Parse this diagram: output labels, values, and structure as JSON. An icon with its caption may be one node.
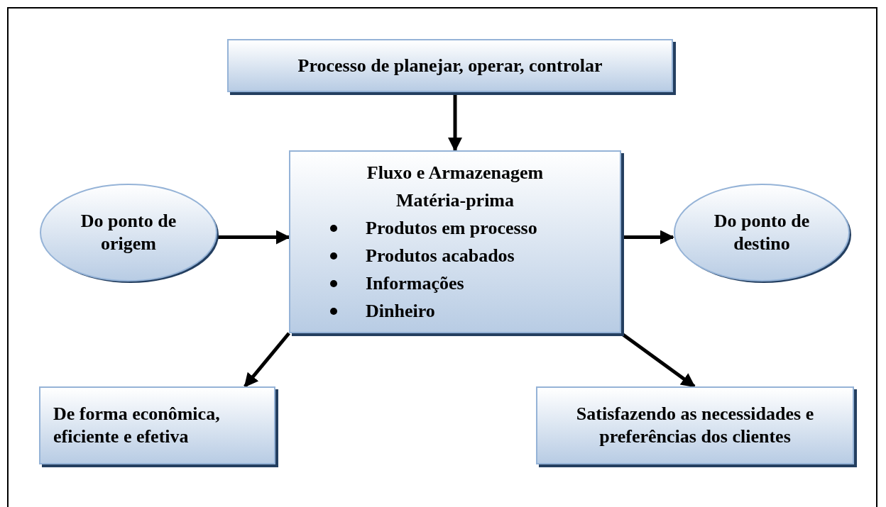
{
  "diagram": {
    "nodes": [
      {
        "text": [
          "Processo de planejar, operar, controlar"
        ]
      },
      {
        "text": [
          "Fluxo e Armazenagem",
          "Matéria-prima",
          "Produtos em processo",
          "Produtos acabados",
          "Informações",
          "Dinheiro"
        ]
      },
      {
        "text": [
          "Do ponto de origem"
        ]
      },
      {
        "text": [
          "Do ponto de destino"
        ]
      },
      {
        "text": [
          "De forma econômica, eficiente e efetiva"
        ]
      },
      {
        "text": [
          "Satisfazendo as necessidades e preferências dos clientes"
        ]
      }
    ],
    "edges": [
      {
        "from": 0,
        "to": 1,
        "arrow": "to"
      },
      {
        "from": 2,
        "to": 1,
        "arrow": "to"
      },
      {
        "from": 1,
        "to": 3,
        "arrow": "to"
      },
      {
        "from": 1,
        "to": 4,
        "arrow": "to"
      },
      {
        "from": 1,
        "to": 5,
        "arrow": "to"
      }
    ]
  }
}
